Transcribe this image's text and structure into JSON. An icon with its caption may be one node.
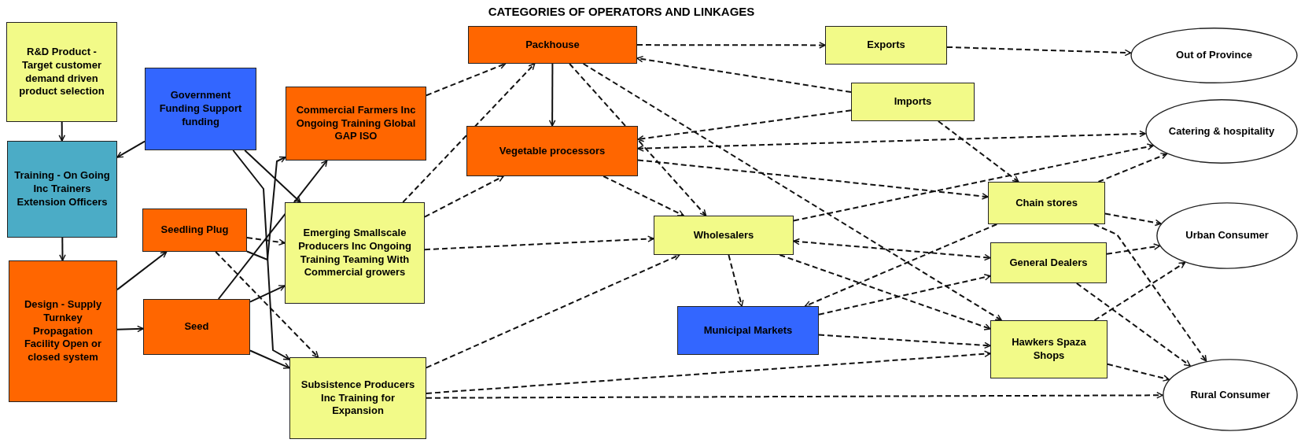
{
  "diagram": {
    "title": "CATEGORIES OF OPERATORS AND LINKAGES",
    "nodes": [
      {
        "text": [
          "R&D Product - Target customer demand driven product selection"
        ]
      },
      {
        "text": [
          "Government Funding Support funding"
        ]
      },
      {
        "text": [
          "Training - On Going Inc Trainers Extension Officers"
        ]
      },
      {
        "text": [
          "Design - Supply Turnkey Propagation Facility Open or closed system"
        ]
      },
      {
        "text": [
          "Seedling Plug"
        ]
      },
      {
        "text": [
          "Seed"
        ]
      },
      {
        "text": [
          "Commercial Farmers Inc Ongoing Training Global GAP ISO"
        ]
      },
      {
        "text": [
          "Emerging Smallscale Producers Inc Ongoing Training Teaming With Commercial growers"
        ]
      },
      {
        "text": [
          "Subsistence Producers Inc Training for Expansion"
        ]
      },
      {
        "text": [
          "Packhouse"
        ]
      },
      {
        "text": [
          "Vegetable processors"
        ]
      },
      {
        "text": [
          "Wholesalers"
        ]
      },
      {
        "text": [
          "Municipal Markets"
        ]
      },
      {
        "text": [
          "Exports"
        ]
      },
      {
        "text": [
          "Imports"
        ]
      },
      {
        "text": [
          "Chain stores"
        ]
      },
      {
        "text": [
          "General Dealers"
        ]
      },
      {
        "text": [
          "Hawkers Spaza Shops"
        ]
      },
      {
        "text": [
          "Out of Province"
        ]
      },
      {
        "text": [
          "Catering & hospitality"
        ]
      },
      {
        "text": [
          "Urban Consumer"
        ]
      },
      {
        "text": [
          "Rural Consumer"
        ]
      }
    ],
    "edges": [
      {
        "from": 0,
        "to": 2,
        "arrow": "to"
      },
      {
        "from": 1,
        "to": 2,
        "arrow": "to"
      },
      {
        "from": 2,
        "to": 3,
        "arrow": "to"
      },
      {
        "from": 1,
        "to": 7,
        "arrow": "to"
      },
      {
        "from": 1,
        "to": 8,
        "arrow": "to"
      },
      {
        "from": 3,
        "to": 4,
        "arrow": "to"
      },
      {
        "from": 3,
        "to": 5,
        "arrow": "to"
      },
      {
        "from": 4,
        "to": 6,
        "arrow": "to"
      },
      {
        "from": 5,
        "to": 6,
        "arrow": "to"
      },
      {
        "from": 5,
        "to": 7,
        "arrow": "to"
      },
      {
        "from": 5,
        "to": 8,
        "arrow": "to"
      },
      {
        "from": 4,
        "to": 7,
        "arrow": "to",
        "style": "dashed"
      },
      {
        "from": 4,
        "to": 8,
        "arrow": "to",
        "style": "dashed"
      },
      {
        "from": 9,
        "to": 10,
        "arrow": "to"
      },
      {
        "from": 6,
        "to": 9,
        "arrow": "to",
        "style": "dashed"
      },
      {
        "from": 7,
        "to": 9,
        "arrow": "to",
        "style": "dashed"
      },
      {
        "from": 7,
        "to": 10,
        "arrow": "to",
        "style": "dashed"
      },
      {
        "from": 7,
        "to": 11,
        "arrow": "to",
        "style": "dashed"
      },
      {
        "from": 8,
        "to": 11,
        "arrow": "to",
        "style": "dashed"
      },
      {
        "from": 8,
        "to": 17,
        "arrow": "to",
        "style": "dashed"
      },
      {
        "from": 8,
        "to": 21,
        "arrow": "to",
        "style": "dashed"
      },
      {
        "from": 9,
        "to": 13,
        "arrow": "to",
        "style": "dashed"
      },
      {
        "from": 14,
        "to": 9,
        "arrow": "to",
        "style": "dashed"
      },
      {
        "from": 9,
        "to": 11,
        "arrow": "to",
        "style": "dashed"
      },
      {
        "from": 9,
        "to": 17,
        "arrow": "to",
        "style": "dashed"
      },
      {
        "from": 10,
        "to": 11,
        "arrow": "to",
        "style": "dashed"
      },
      {
        "from": 14,
        "to": 10,
        "arrow": "to",
        "style": "dashed"
      },
      {
        "from": 10,
        "to": 19,
        "arrow": "both",
        "style": "dashed"
      },
      {
        "from": 10,
        "to": 15,
        "arrow": "to",
        "style": "dashed"
      },
      {
        "from": 14,
        "to": 15,
        "arrow": "to",
        "style": "dashed"
      },
      {
        "from": 13,
        "to": 18,
        "arrow": "to",
        "style": "dashed"
      },
      {
        "from": 11,
        "to": 12,
        "arrow": "to",
        "style": "dashed"
      },
      {
        "from": 11,
        "to": 19,
        "arrow": "to",
        "style": "dashed"
      },
      {
        "from": 11,
        "to": 16,
        "arrow": "both",
        "style": "dashed"
      },
      {
        "from": 11,
        "to": 17,
        "arrow": "to",
        "style": "dashed"
      },
      {
        "from": 15,
        "to": 12,
        "arrow": "to",
        "style": "dashed"
      },
      {
        "from": 12,
        "to": 16,
        "arrow": "to",
        "style": "dashed"
      },
      {
        "from": 12,
        "to": 17,
        "arrow": "to",
        "style": "dashed"
      },
      {
        "from": 15,
        "to": 19,
        "arrow": "to",
        "style": "dashed"
      },
      {
        "from": 15,
        "to": 20,
        "arrow": "to",
        "style": "dashed"
      },
      {
        "from": 15,
        "to": 21,
        "arrow": "to",
        "style": "dashed"
      },
      {
        "from": 16,
        "to": 20,
        "arrow": "to",
        "style": "dashed"
      },
      {
        "from": 16,
        "to": 21,
        "arrow": "to",
        "style": "dashed"
      },
      {
        "from": 17,
        "to": 20,
        "arrow": "to",
        "style": "dashed"
      },
      {
        "from": 17,
        "to": 21,
        "arrow": "to",
        "style": "dashed"
      }
    ]
  }
}
